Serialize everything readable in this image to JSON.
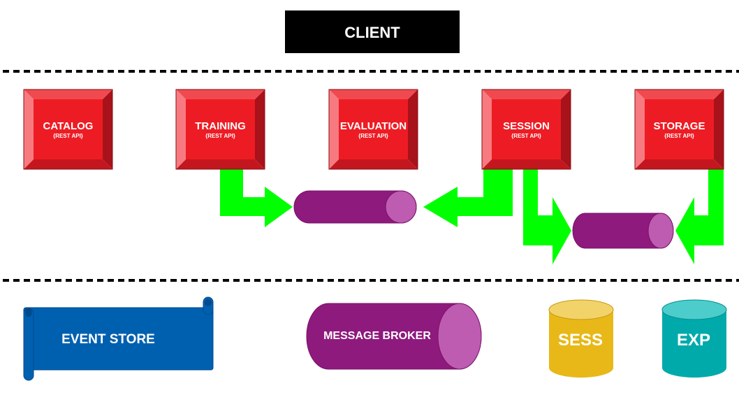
{
  "client": {
    "label": "CLIENT"
  },
  "services": [
    {
      "name": "CATALOG",
      "sub": "{REST API}"
    },
    {
      "name": "TRAINING",
      "sub": "{REST API}"
    },
    {
      "name": "EVALUATION",
      "sub": "{REST API}"
    },
    {
      "name": "SESSION",
      "sub": "{REST API}"
    },
    {
      "name": "STORAGE",
      "sub": "{REST API}"
    }
  ],
  "legend": {
    "event_store": "EVENT STORE",
    "message_broker": "MESSAGE BROKER",
    "sess_db": "SESS",
    "exp_db": "EXP"
  },
  "colors": {
    "service_face": "#ed1c24",
    "arrow": "#00ff00",
    "broker": "#8e1a7e",
    "broker_cap": "#bd5cb0",
    "event_store": "#0060b0",
    "sess_db": "#e8b818",
    "exp_db": "#00aaaa",
    "client_bg": "#000000"
  }
}
